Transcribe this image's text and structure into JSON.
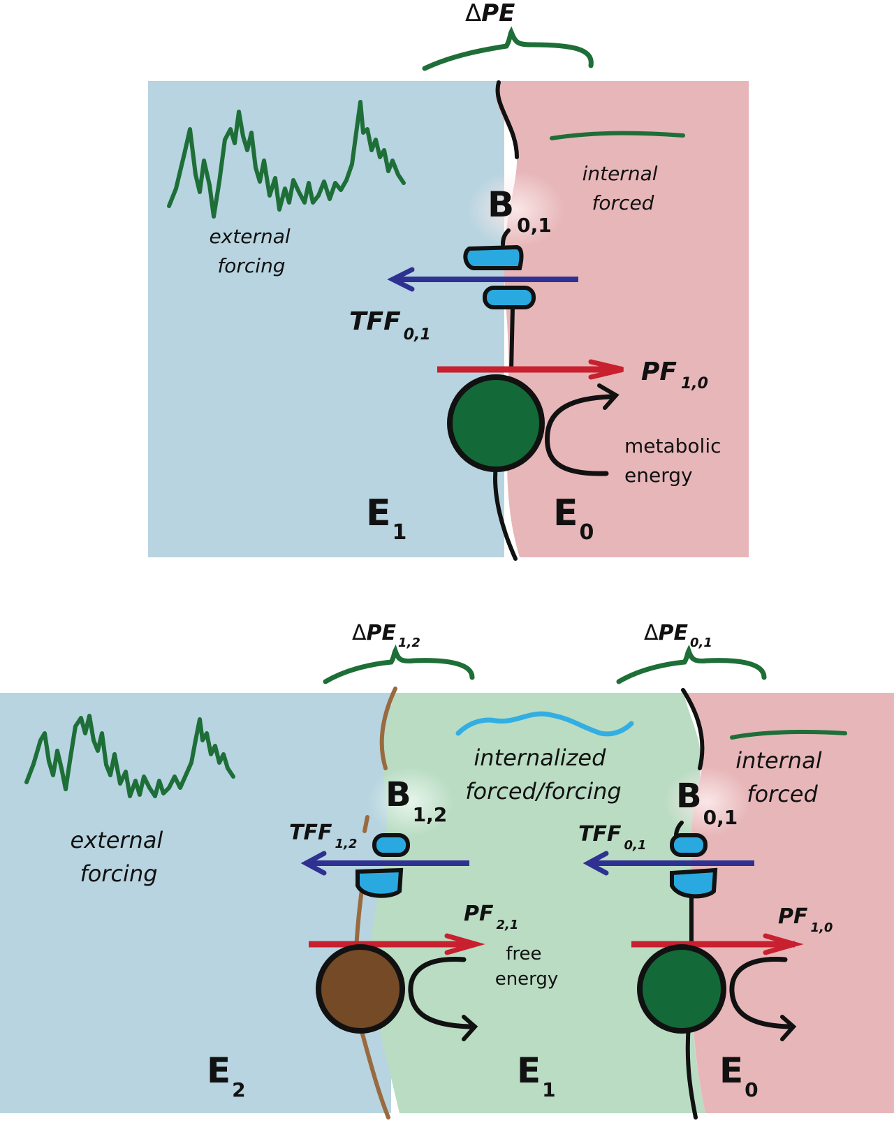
{
  "colors": {
    "env_outer": "#b7d4e0",
    "env_middle": "#b9dcc3",
    "env_inner": "#e7b6b9",
    "brace_green": "#1e6e38",
    "wave_blue": "#33aee3",
    "tff_arrow": "#2f3192",
    "pf_arrow": "#c8202f",
    "transporter": "#29a9e0",
    "organism_green": "#136938",
    "organism_brown": "#744a27",
    "membrane_brown": "#9a6a3f",
    "membrane_black": "#111111"
  },
  "top_panel": {
    "delta_pe": {
      "symbol": "Δ",
      "label": "PE",
      "sub": ""
    },
    "external_forcing": [
      "external",
      "forcing"
    ],
    "internal_forced": [
      "internal",
      "forced"
    ],
    "boundary": {
      "label": "B",
      "sub": "0,1"
    },
    "tff": {
      "label": "TFF",
      "sub": "0,1"
    },
    "pf": {
      "label": "PF",
      "sub": "1,0"
    },
    "metabolic_energy": [
      "metabolic",
      "energy"
    ],
    "env_left": {
      "label": "E",
      "sub": "1"
    },
    "env_right": {
      "label": "E",
      "sub": "0"
    }
  },
  "bottom_panel": {
    "delta_pe_left": {
      "symbol": "Δ",
      "label": "PE",
      "sub": "1,2"
    },
    "delta_pe_right": {
      "symbol": "Δ",
      "label": "PE",
      "sub": "0,1"
    },
    "external_forcing": [
      "external",
      "forcing"
    ],
    "internalized": [
      "internalized",
      "forced/forcing"
    ],
    "internal_forced": [
      "internal",
      "forced"
    ],
    "boundary_left": {
      "label": "B",
      "sub": "1,2"
    },
    "boundary_right": {
      "label": "B",
      "sub": "0,1"
    },
    "tff_left": {
      "label": "TFF",
      "sub": "1,2"
    },
    "tff_right": {
      "label": "TFF",
      "sub": "0,1"
    },
    "pf_left": {
      "label": "PF",
      "sub": "2,1"
    },
    "pf_right": {
      "label": "PF",
      "sub": "1,0"
    },
    "free_energy": [
      "free",
      "energy"
    ],
    "env_left": {
      "label": "E",
      "sub": "2"
    },
    "env_middle": {
      "label": "E",
      "sub": "1"
    },
    "env_right": {
      "label": "E",
      "sub": "0"
    }
  }
}
